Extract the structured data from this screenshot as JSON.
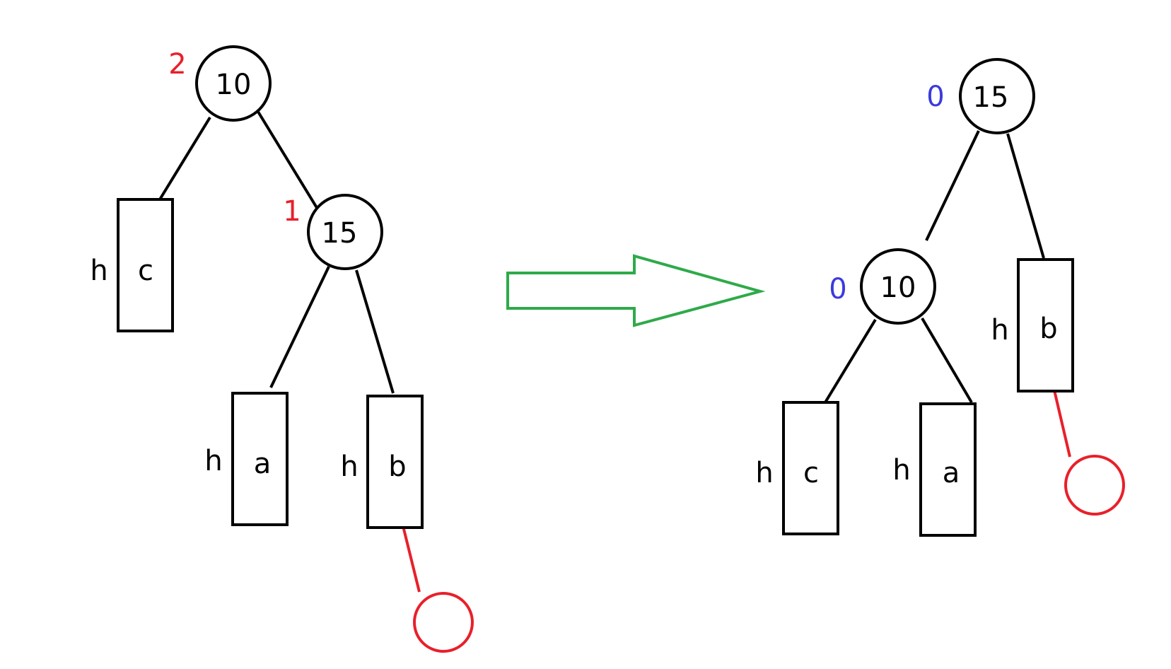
{
  "colors": {
    "line": "#000000",
    "inserted": "#e8202a",
    "balance_before": "#e8202a",
    "balance_after": "#3b3bdc",
    "arrow": "#2eaa4a"
  },
  "before": {
    "root": {
      "key": "10",
      "balance": "2"
    },
    "child": {
      "key": "15",
      "balance": "1"
    },
    "subtrees": {
      "c": {
        "name": "c",
        "height": "h"
      },
      "a": {
        "name": "a",
        "height": "h"
      },
      "b": {
        "name": "b",
        "height": "h"
      }
    }
  },
  "after": {
    "root": {
      "key": "15",
      "balance": "0"
    },
    "child": {
      "key": "10",
      "balance": "0"
    },
    "subtrees": {
      "c": {
        "name": "c",
        "height": "h"
      },
      "a": {
        "name": "a",
        "height": "h"
      },
      "b": {
        "name": "b",
        "height": "h"
      }
    }
  }
}
